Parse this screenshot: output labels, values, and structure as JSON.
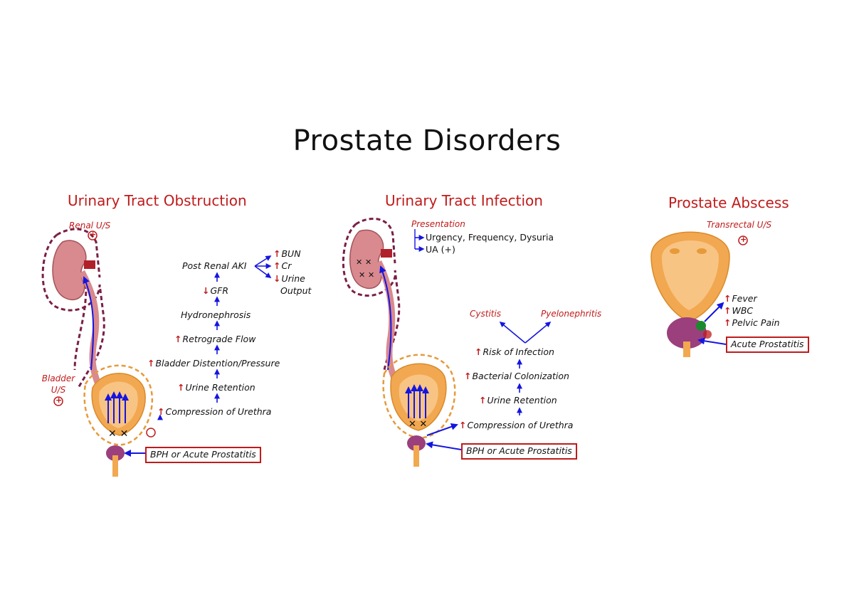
{
  "title": "Prostate Disorders",
  "glyphs": {
    "up": "↑",
    "down": "↓",
    "plus": "+"
  },
  "colors": {
    "accent_red": "#c01b1b",
    "arrow_blue": "#1515e0",
    "kidney": "#d98a8f",
    "bladder": "#f2a850",
    "prostate": "#9b3f7d",
    "maroon": "#7a1f45"
  },
  "obstruction": {
    "title": "Urinary Tract Obstruction",
    "renal_us": "Renal U/S",
    "bladder_us": "Bladder U/S",
    "cause": "BPH or Acute Prostatitis",
    "steps": [
      "Compression of Urethra",
      "Urine Retention",
      "Bladder Distention/Pressure",
      "Retrograde Flow",
      "Hydronephrosis",
      "GFR",
      "Post Renal AKI"
    ],
    "labs": [
      "BUN",
      "Cr",
      "Urine",
      "Output"
    ]
  },
  "infection": {
    "title": "Urinary Tract Infection",
    "presentation_label": "Presentation",
    "presentation": [
      "Urgency, Frequency, Dysuria",
      "UA (+)"
    ],
    "cause": "BPH or Acute Prostatitis",
    "steps": [
      "Compression of Urethra",
      "Urine Retention",
      "Bacterial Colonization",
      "Risk of Infection"
    ],
    "outcomes": [
      "Cystitis",
      "Pyelonephritis"
    ]
  },
  "abscess": {
    "title": "Prostate Abscess",
    "imaging": "Transrectal U/S",
    "findings": [
      "Fever",
      "WBC",
      "Pelvic Pain"
    ],
    "cause": "Acute Prostatitis"
  }
}
